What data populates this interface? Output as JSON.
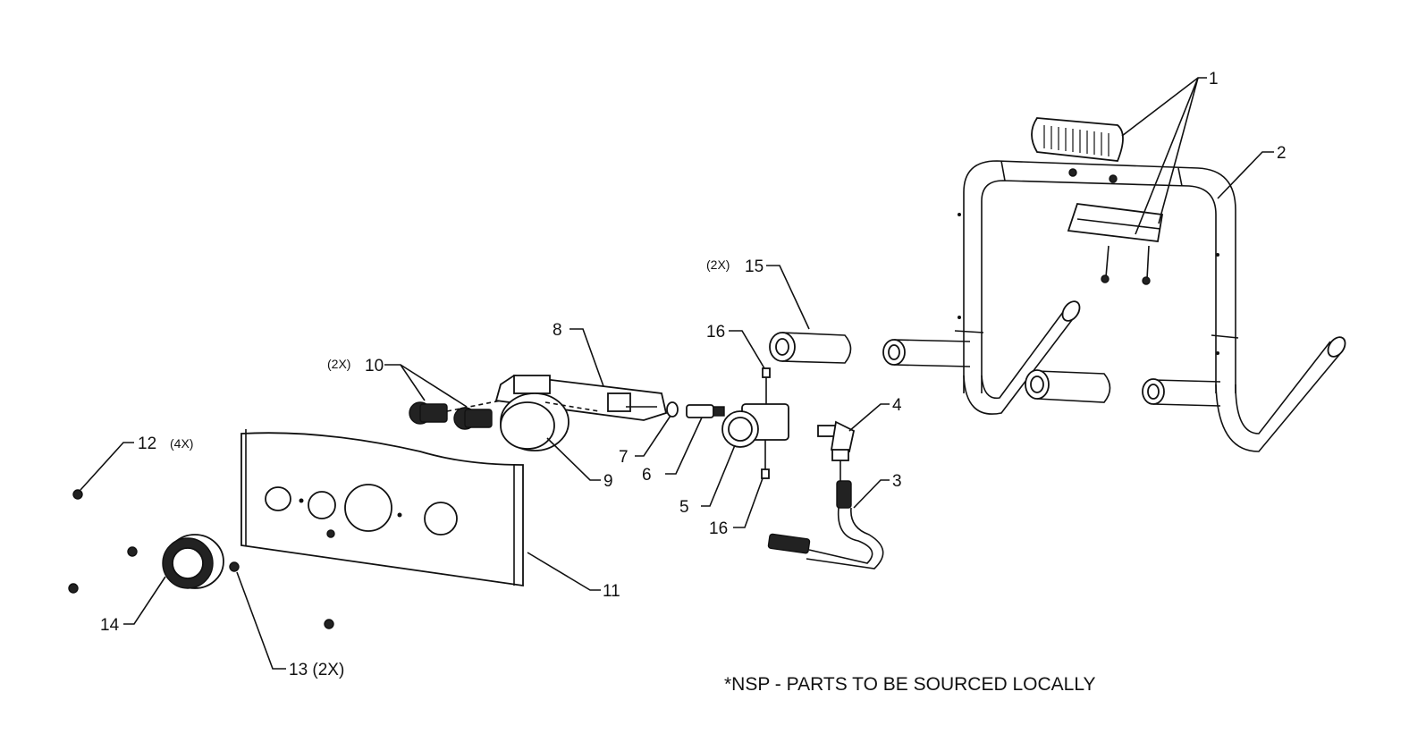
{
  "labels": {
    "p1": "1",
    "p2": "2",
    "p3": "3",
    "p4": "4",
    "p5": "5",
    "p6": "6",
    "p7": "7",
    "p8": "8",
    "p9": "9",
    "p10_qty": "(2X)",
    "p10": "10",
    "p11": "11",
    "p12": "12",
    "p12_qty": "(4X)",
    "p13": "13 (2X)",
    "p14": "14",
    "p15_qty": "(2X)",
    "p15": "15",
    "p16a": "16",
    "p16b": "16"
  },
  "note": "*NSP - PARTS TO BE SOURCED LOCALLY"
}
